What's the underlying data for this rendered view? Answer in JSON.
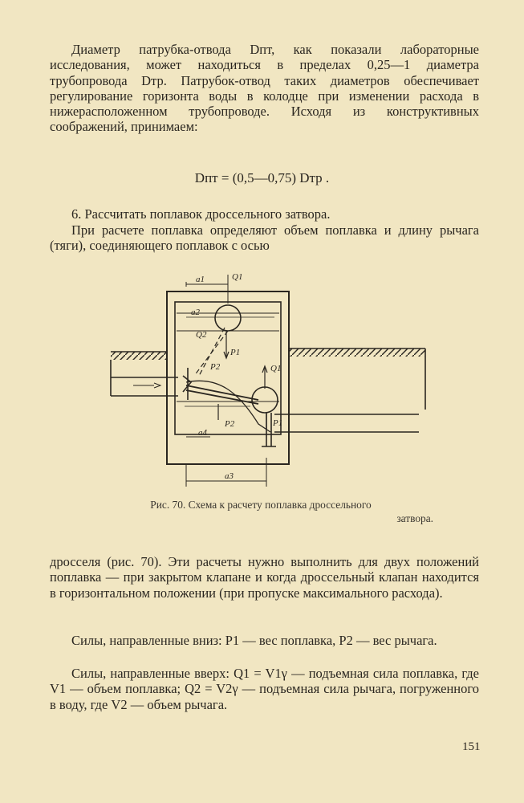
{
  "paragraph_1": "Диаметр патрубка-отвода Dпт, как показали лабораторные исследования, может находиться в пределах 0,25—1 диаметра трубопровода Dтр. Патрубок-отвод таких диаметров обеспечивает регулирование горизонта воды в колодце при изменении расхода в нижерасположенном трубопроводе. Исходя из конструктивных соображений, принимаем:",
  "formula": "Dпт = (0,5—0,75) Dтр .",
  "heading_step": "6. Рассчитать поплавок дроссельного затвора.",
  "paragraph_2": "При расчете поплавка определяют объем поплавка и длину рычага (тяги), соединяющего поплавок с осью",
  "figure": {
    "labels": {
      "a1": "a1",
      "Q1_top": "Q1",
      "a2": "a2",
      "Q2": "Q2",
      "P1_top": "P1",
      "P2_upper": "P2",
      "Q1_mid": "Q1",
      "P2_lower": "P2",
      "P1_lower": "P1",
      "a4": "a4",
      "a3": "a3"
    }
  },
  "caption_line1": "Рис. 70. Схема к расчету поплавка дроссельного",
  "caption_line2": "затвора.",
  "paragraph_3": "дросселя (рис. 70). Эти расчеты нужно выполнить для двух положений поплавка — при закрытом клапане и когда дроссельный клапан находится в горизонтальном положении (при пропуске максимального расхода).",
  "paragraph_4": "Силы, направленные вниз: P1 — вес поплавка, P2 — вес рычага.",
  "paragraph_5": "Силы, направленные вверх: Q1 = V1γ — подъемная сила поплавка, где V1 — объем поплавка; Q2 = V2γ — подъемная сила рычага, погруженного в воду, где V2 — объем рычага.",
  "page_number": "151"
}
